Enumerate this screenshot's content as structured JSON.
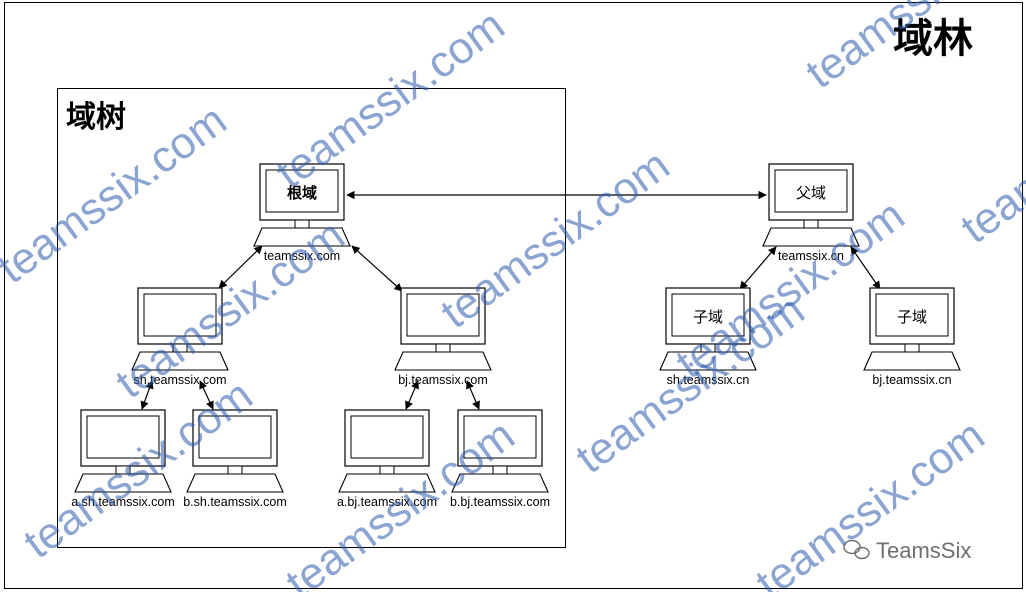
{
  "forest": {
    "title": "域林"
  },
  "tree": {
    "title": "域树"
  },
  "nodes": {
    "root": {
      "screen": "根域",
      "host": "teamssix.com"
    },
    "sh": {
      "screen": "",
      "host": "sh.teamssix.com"
    },
    "bj": {
      "screen": "",
      "host": "bj.teamssix.com"
    },
    "a_sh": {
      "screen": "",
      "host": "a.sh.teamssix.com"
    },
    "b_sh": {
      "screen": "",
      "host": "b.sh.teamssix.com"
    },
    "a_bj": {
      "screen": "",
      "host": "a.bj.teamssix.com"
    },
    "b_bj": {
      "screen": "",
      "host": "b.bj.teamssix.com"
    },
    "parent": {
      "screen": "父域",
      "host": "teamssix.cn"
    },
    "sh_cn": {
      "screen": "子域",
      "host": "sh.teamssix.cn"
    },
    "bj_cn": {
      "screen": "子域",
      "host": "bj.teamssix.cn"
    }
  },
  "watermark": {
    "text": "teamssix.com",
    "brand": "TeamsSix"
  }
}
